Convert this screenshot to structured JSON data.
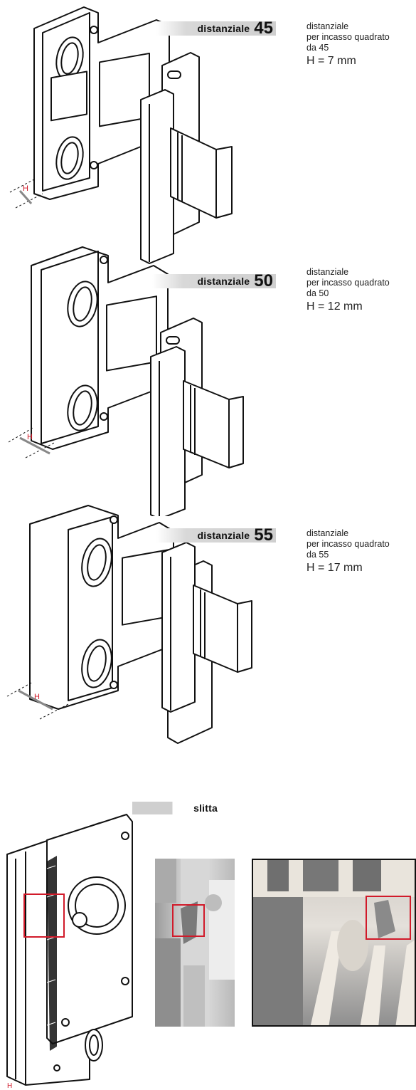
{
  "sections": [
    {
      "label_word": "distanziale",
      "label_num": "45",
      "desc_line1": "distanziale",
      "desc_line2": "per incasso quadrato",
      "desc_line3": "da 45",
      "desc_h": "H = 7 mm"
    },
    {
      "label_word": "distanziale",
      "label_num": "50",
      "desc_line1": "distanziale",
      "desc_line2": "per incasso quadrato",
      "desc_line3": "da 50",
      "desc_h": "H = 12 mm"
    },
    {
      "label_word": "distanziale",
      "label_num": "55",
      "desc_line1": "distanziale",
      "desc_line2": "per incasso quadrato",
      "desc_line3": "da 55",
      "desc_h": "H = 17 mm"
    }
  ],
  "slitta": {
    "label": "slitta"
  },
  "dimension_marker": "H",
  "colors": {
    "highlight": "#d11a2a",
    "dimension": "#d11a2a",
    "line": "#111111"
  }
}
